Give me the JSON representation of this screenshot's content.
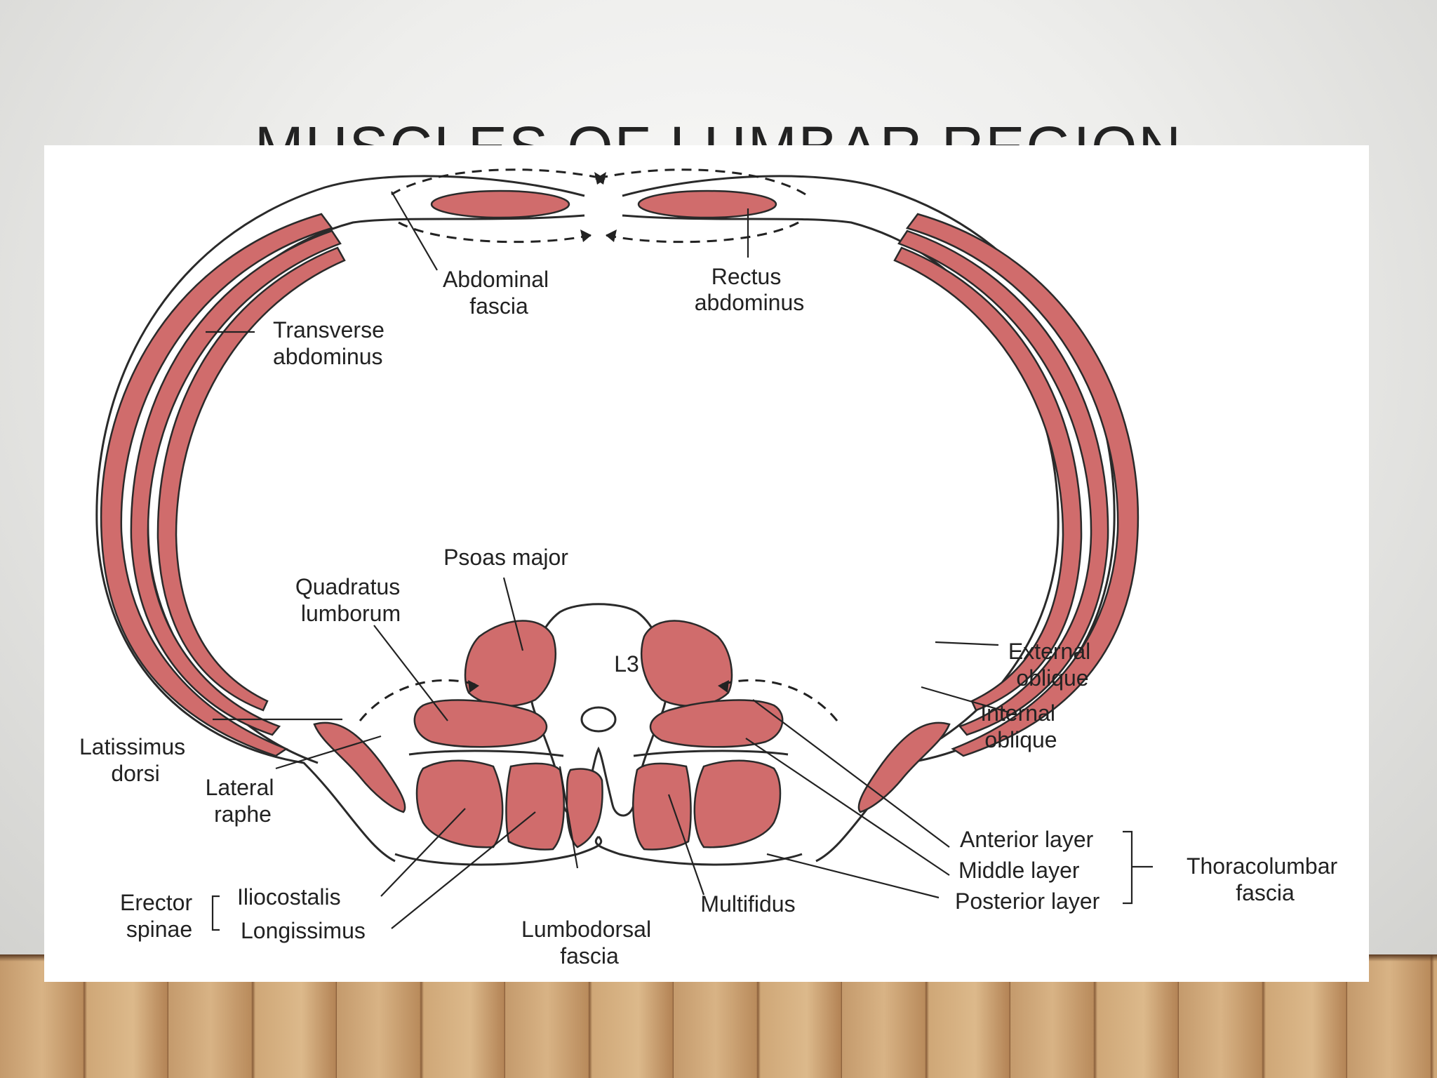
{
  "slide": {
    "title": "MUSCLES OF LUMBAR REGION"
  },
  "labels": {
    "abdominal_fascia": [
      "Abdominal",
      "fascia"
    ],
    "rectus_abdominus": [
      "Rectus",
      "abdominus"
    ],
    "transverse_abdominus": [
      "Transverse",
      "abdominus"
    ],
    "psoas_major": [
      "Psoas major"
    ],
    "quadratus_lumborum": [
      "Quadratus",
      "lumborum"
    ],
    "vertebra": [
      "L3"
    ],
    "external_oblique": [
      "External",
      "oblique"
    ],
    "internal_oblique": [
      "Internal",
      "oblique"
    ],
    "latissimus_dorsi": [
      "Latissimus",
      "dorsi"
    ],
    "lateral_raphe": [
      "Lateral",
      "raphe"
    ],
    "erector_spinae": [
      "Erector",
      "spinae"
    ],
    "iliocostalis": [
      "Iliocostalis"
    ],
    "longissimus": [
      "Longissimus"
    ],
    "lumbodorsal_fascia": [
      "Lumbodorsal",
      "fascia"
    ],
    "multifidus": [
      "Multifidus"
    ],
    "anterior_layer": [
      "Anterior layer"
    ],
    "middle_layer": [
      "Middle layer"
    ],
    "posterior_layer": [
      "Posterior layer"
    ],
    "thoracolumbar_fascia": [
      "Thoracolumbar",
      "fascia"
    ]
  },
  "colors": {
    "muscle": "#d06c6c",
    "outline": "#2a2a2a",
    "panel": "#ffffff"
  }
}
